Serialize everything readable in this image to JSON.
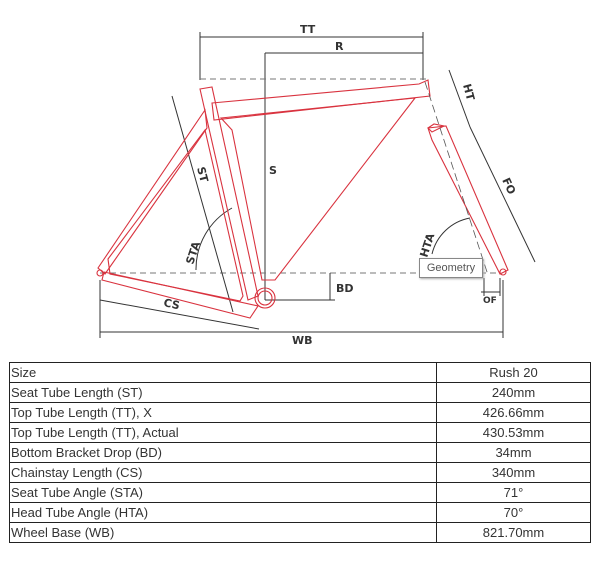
{
  "diagram": {
    "labels": {
      "tt": "TT",
      "r": "R",
      "s": "S",
      "st": "ST",
      "sta": "STA",
      "cs": "CS",
      "bd": "BD",
      "wb": "WB",
      "ht": "HT",
      "fo": "FO",
      "hta": "HTA",
      "of": "OF"
    },
    "tooltip": "Geometry",
    "frame_color": "#d9333f"
  },
  "table": {
    "rows": [
      {
        "label": "Size",
        "value": "Rush 20"
      },
      {
        "label": "Seat Tube Length (ST)",
        "value": "240mm"
      },
      {
        "label": "Top Tube Length (TT), X",
        "value": "426.66mm"
      },
      {
        "label": "Top Tube Length (TT), Actual",
        "value": "430.53mm"
      },
      {
        "label": "Bottom Bracket Drop (BD)",
        "value": "34mm"
      },
      {
        "label": "Chainstay Length (CS)",
        "value": "340mm"
      },
      {
        "label": "Seat Tube Angle (STA)",
        "value": "71°"
      },
      {
        "label": "Head Tube Angle (HTA)",
        "value": "70°"
      },
      {
        "label": "Wheel Base (WB)",
        "value": "821.70mm"
      }
    ]
  }
}
